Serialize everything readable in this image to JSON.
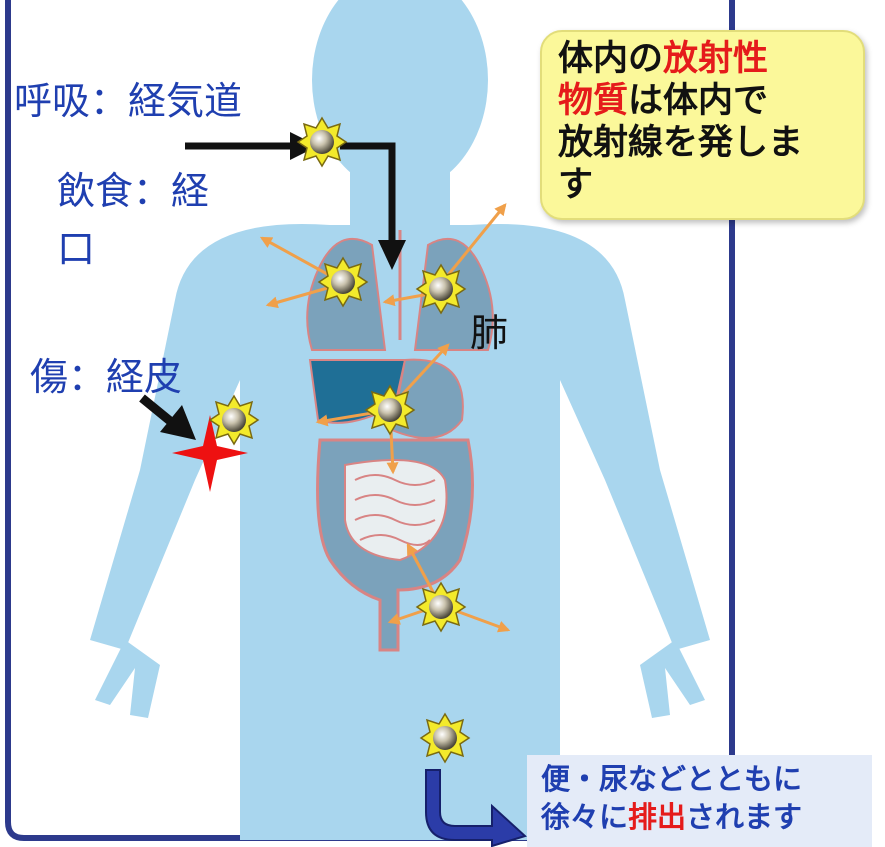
{
  "colors": {
    "frame_border": "#2d3a8c",
    "body_silhouette": "#a9d6ee",
    "organ_fill": "#7ba2bb",
    "liver_fill": "#1f6f96",
    "arrow_orange": "#f0a04a",
    "arrow_black": "#111111",
    "label_blue": "#1f3fb0",
    "highlight_red": "#e51b1b",
    "callout_yellow": "#fbf89a",
    "callout_blue": "#e4ebf8",
    "star_fill": "#f3ea2b",
    "wound_red": "#ee1111"
  },
  "routes": {
    "inhalation": "呼吸：経気道",
    "ingestion_line1": "飲食：経",
    "ingestion_line2": "口",
    "wound": "傷：経皮"
  },
  "organ_label": "肺",
  "callout_top": {
    "line1_prefix": "体内の",
    "line1_highlight": "放射性",
    "line2_highlight": "物質",
    "line2_suffix": "は体内で",
    "line3": "放射線を発しま",
    "line4": "す"
  },
  "callout_bottom": {
    "line1": "便・尿などとともに",
    "line2_prefix": "徐々に",
    "line2_highlight": "排出",
    "line2_suffix": "されます"
  },
  "icons": {
    "source": "radioactive-particle-star",
    "wound": "red-four-point-star",
    "exit": "curved-blue-arrow"
  }
}
